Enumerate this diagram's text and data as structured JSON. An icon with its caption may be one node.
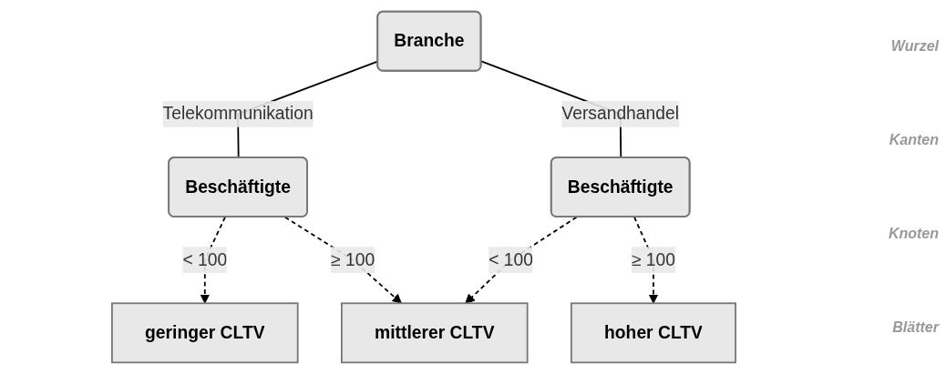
{
  "diagram": {
    "nodes": [
      {
        "text": [
          "Branche"
        ]
      },
      {
        "text": [
          "Beschäftigte"
        ]
      },
      {
        "text": [
          "Beschäftigte"
        ]
      },
      {
        "text": [
          "geringer CLTV"
        ]
      },
      {
        "text": [
          "mittlerer CLTV"
        ]
      },
      {
        "text": [
          "hoher CLTV"
        ]
      }
    ],
    "edges": [
      {
        "from": 0,
        "to": 1,
        "arrow": "none",
        "label": "Telekommunikation"
      },
      {
        "from": 0,
        "to": 2,
        "arrow": "none",
        "label": "Versandhandel"
      },
      {
        "from": 1,
        "to": 3,
        "arrow": "to",
        "label": "< 100",
        "style": "dashed"
      },
      {
        "from": 1,
        "to": 4,
        "arrow": "to",
        "label": "≥ 100",
        "style": "dashed"
      },
      {
        "from": 2,
        "to": 4,
        "arrow": "to",
        "label": "< 100",
        "style": "dashed"
      },
      {
        "from": 2,
        "to": 5,
        "arrow": "to",
        "label": "≥ 100",
        "style": "dashed"
      }
    ],
    "labels": [
      "Wurzel",
      "Kanten",
      "Knoten",
      "Blätter"
    ]
  }
}
